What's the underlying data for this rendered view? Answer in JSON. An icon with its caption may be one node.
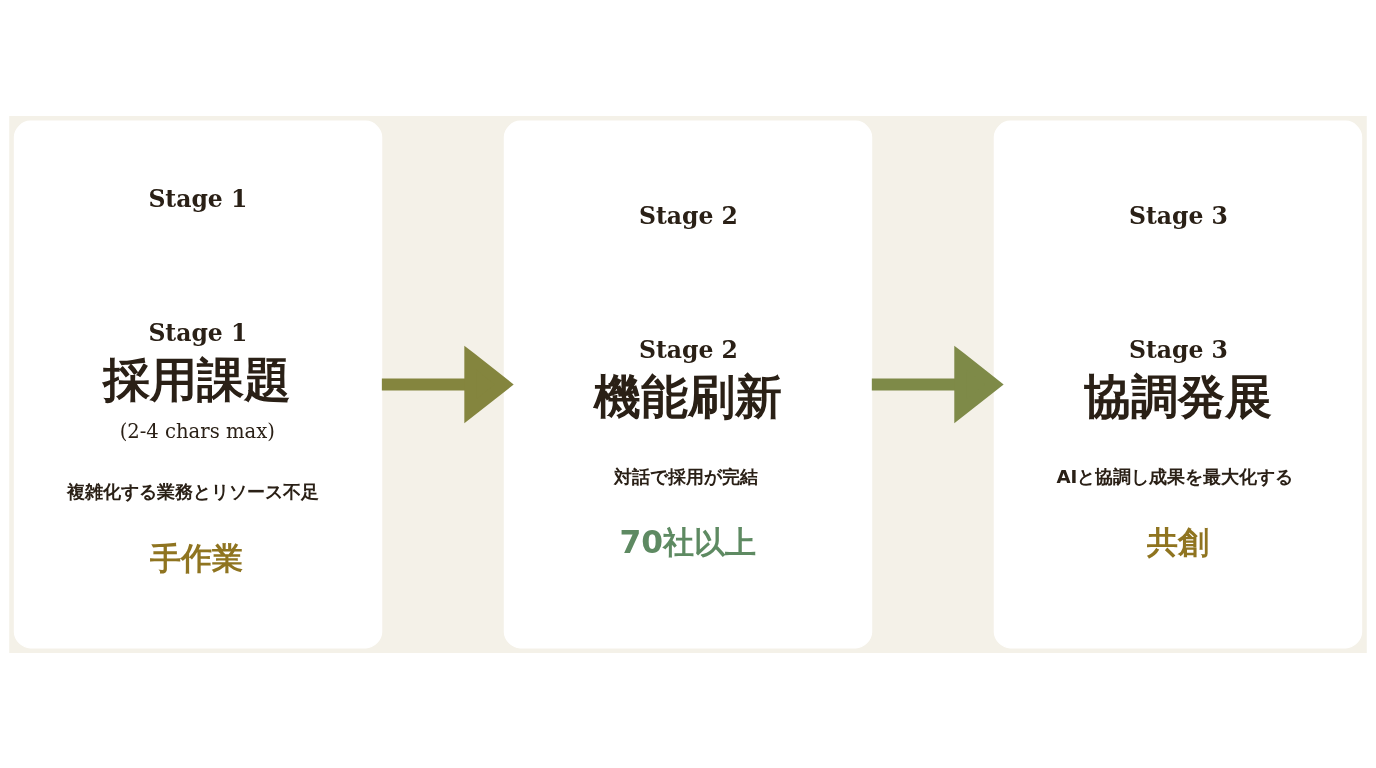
{
  "diagram": {
    "nodes": [
      {
        "text": [
          "Stage 1",
          "Stage 1",
          "採用課題",
          "(2-4 chars max)",
          "複雑化する業務とリソース不足",
          "手作業"
        ]
      },
      {
        "text": [
          "Stage 2",
          "Stage 2",
          "機能刷新",
          "対話で採用が完結",
          "70社以上"
        ]
      },
      {
        "text": [
          "Stage 3",
          "Stage 3",
          "協調発展",
          "AIと協調し成果を最大化する",
          "共創"
        ]
      }
    ],
    "edges": [
      {
        "from": 0,
        "to": 1,
        "arrow": "to"
      },
      {
        "from": 1,
        "to": 2,
        "arrow": "to"
      }
    ]
  }
}
